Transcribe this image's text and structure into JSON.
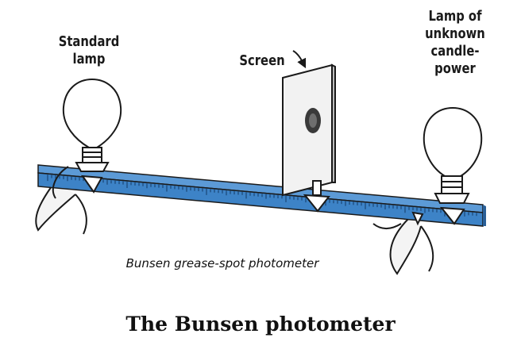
{
  "labels": {
    "standard_lamp": [
      "Standard",
      "lamp"
    ],
    "screen": "Screen",
    "unknown_lamp": [
      "Lamp of",
      "unknown",
      "candle-",
      "power"
    ]
  },
  "caption": "Bunsen grease-spot photometer",
  "title": "The Bunsen photometer",
  "colors": {
    "bench": "#3d83c7",
    "bench_dark": "#2a5f97",
    "line": "#1a1a1a",
    "bulb": "#ffffff"
  }
}
